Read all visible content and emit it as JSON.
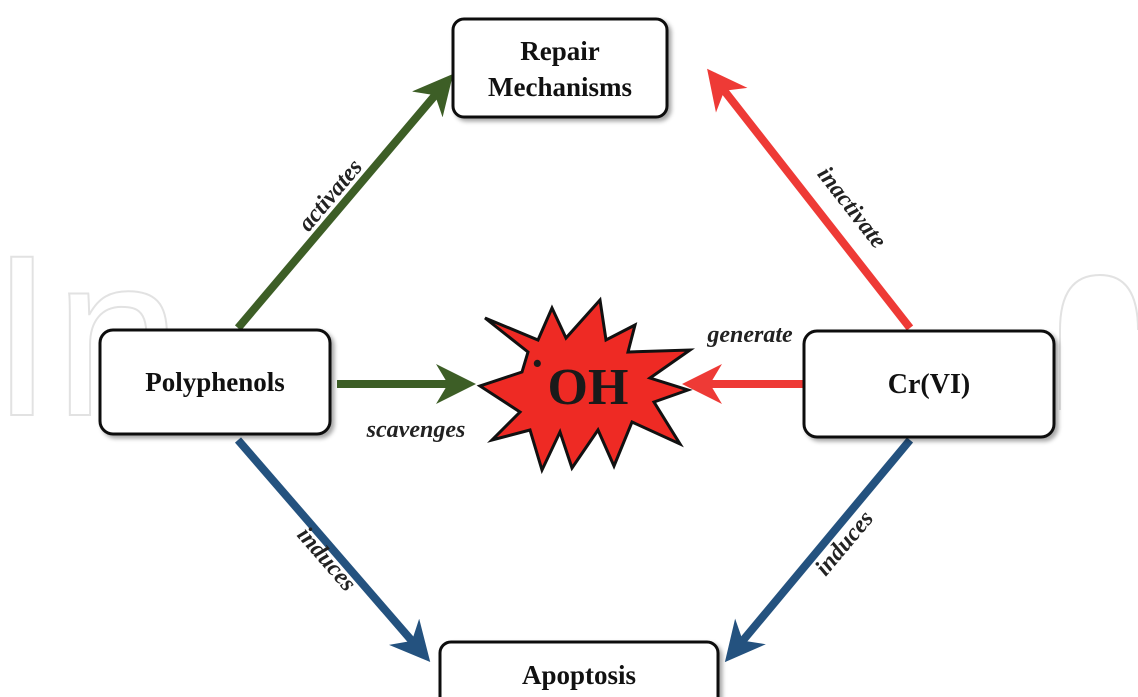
{
  "diagram": {
    "nodes": {
      "repair": {
        "line1": "Repair",
        "line2": "Mechanisms"
      },
      "polyphenols": {
        "label": "Polyphenols"
      },
      "crvi": {
        "label": "Cr(VI)"
      },
      "apoptosis": {
        "label": "Apoptosis"
      },
      "radical": {
        "label": "OH",
        "dot": "·"
      }
    },
    "edges": {
      "activates": "activates",
      "inactivate": "inactivate",
      "generate": "generate",
      "scavenges": "scavenges",
      "induces_left": "induces",
      "induces_right": "induces"
    },
    "watermark": "In",
    "colors": {
      "green": "#3d5e26",
      "red": "#ee3a36",
      "blue": "#24527f",
      "burst_fill": "#ee2a24",
      "watermark": "#e4e4e4"
    }
  }
}
